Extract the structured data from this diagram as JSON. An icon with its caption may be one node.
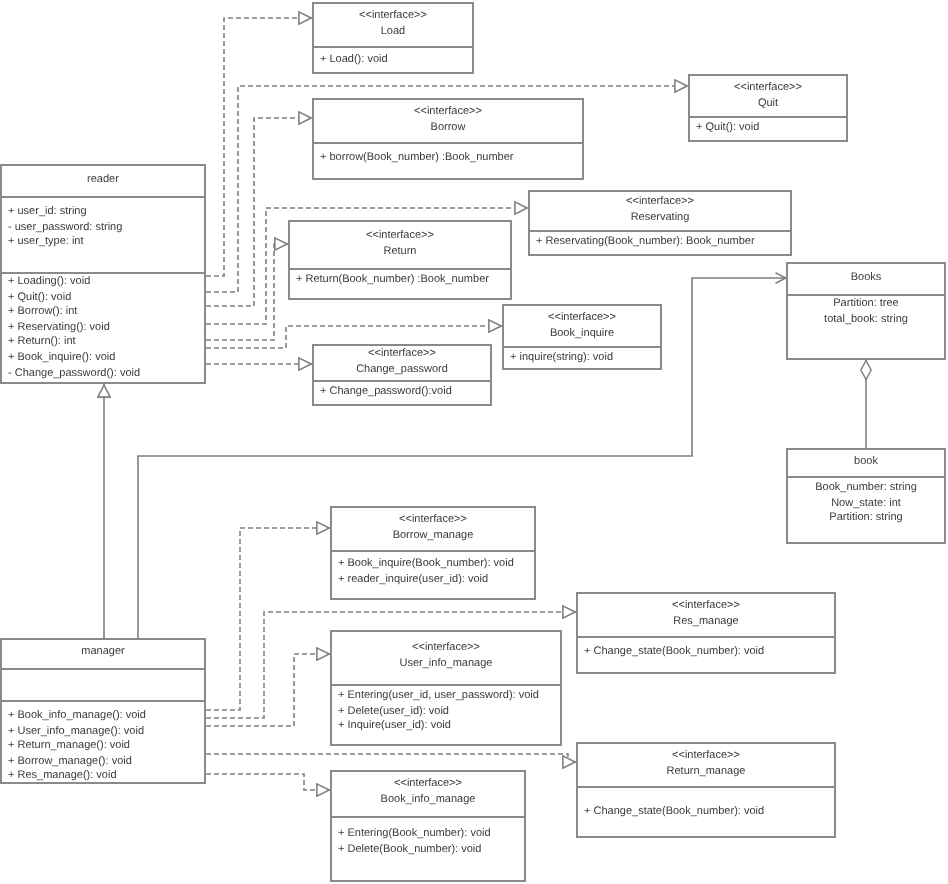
{
  "diagram": {
    "nodes": [
      {
        "text": [
          "<<interface>>",
          "Load",
          "+ Load(): void"
        ]
      },
      {
        "text": [
          "<<interface>>",
          "Quit",
          "+ Quit(): void"
        ]
      },
      {
        "text": [
          "<<interface>>",
          "Borrow",
          "+ borrow(Book_number) :Book_number"
        ]
      },
      {
        "text": [
          "reader",
          "+ user_id: string",
          "- user_password: string",
          "+ user_type: int",
          "+ Loading(): void",
          "+ Quit(): void",
          "+ Borrow(): int",
          "+ Reservating(): void",
          "+ Return(): int",
          "+ Book_inquire(): void",
          "- Change_password(): void"
        ]
      },
      {
        "text": [
          "<<interface>>",
          "Reservating",
          "+ Reservating(Book_number): Book_number"
        ]
      },
      {
        "text": [
          "<<interface>>",
          "Return",
          "+ Return(Book_number) :Book_number"
        ]
      },
      {
        "text": [
          "Books",
          "Partition: tree",
          "total_book: string"
        ]
      },
      {
        "text": [
          "<<interface>>",
          "Book_inquire",
          "+ inquire(string): void"
        ]
      },
      {
        "text": [
          "<<interface>>",
          "Change_password",
          "+ Change_password():void"
        ]
      },
      {
        "text": [
          "book",
          "Book_number: string",
          "Now_state: int",
          "Partition: string"
        ]
      },
      {
        "text": [
          "<<interface>>",
          "Borrow_manage",
          "+ Book_inquire(Book_number): void",
          "+ reader_inquire(user_id): void"
        ]
      },
      {
        "text": [
          "<<interface>>",
          "Res_manage",
          "+ Change_state(Book_number): void"
        ]
      },
      {
        "text": [
          "<<interface>>",
          "User_info_manage",
          "+ Entering(user_id, user_password): void",
          "+ Delete(user_id): void",
          "+ Inquire(user_id): void"
        ]
      },
      {
        "text": [
          "manager",
          "+ Book_info_manage(): void",
          "+ User_info_manage(): void",
          "+ Return_manage(): void",
          "+ Borrow_manage(): void",
          "+ Res_manage(): void"
        ]
      },
      {
        "text": [
          "<<interface>>",
          "Return_manage",
          "+ Change_state(Book_number): void"
        ]
      },
      {
        "text": [
          "<<interface>>",
          "Book_info_manage",
          "+ Entering(Book_number): void",
          "+ Delete(Book_number): void"
        ]
      }
    ],
    "edges": [
      {
        "from": 3,
        "to": 0,
        "arrow": "to",
        "style": "dashed"
      },
      {
        "from": 3,
        "to": 1,
        "arrow": "to",
        "style": "dashed"
      },
      {
        "from": 3,
        "to": 2,
        "arrow": "to",
        "style": "dashed"
      },
      {
        "from": 3,
        "to": 4,
        "arrow": "to",
        "style": "dashed"
      },
      {
        "from": 3,
        "to": 5,
        "arrow": "to",
        "style": "dashed"
      },
      {
        "from": 3,
        "to": 7,
        "arrow": "to",
        "style": "dashed"
      },
      {
        "from": 3,
        "to": 8,
        "arrow": "to",
        "style": "dashed"
      },
      {
        "from": 13,
        "to": 3,
        "arrow": "to"
      },
      {
        "from": 13,
        "to": 6,
        "arrow": "to"
      },
      {
        "from": 6,
        "to": 9,
        "arrow": "other"
      },
      {
        "from": 13,
        "to": 10,
        "arrow": "to",
        "style": "dashed"
      },
      {
        "from": 13,
        "to": 11,
        "arrow": "to",
        "style": "dashed"
      },
      {
        "from": 13,
        "to": 12,
        "arrow": "to",
        "style": "dashed"
      },
      {
        "from": 13,
        "to": 14,
        "arrow": "to",
        "style": "dashed"
      },
      {
        "from": 13,
        "to": 15,
        "arrow": "to",
        "style": "dashed"
      }
    ]
  }
}
